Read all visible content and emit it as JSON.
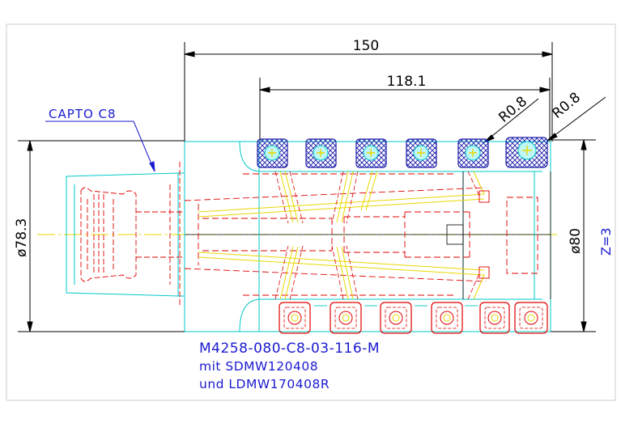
{
  "drawing": {
    "overall_length": "150",
    "inner_length": "118.1",
    "radius_a": "R0.8",
    "radius_b": "R0.8",
    "shank_label": "CAPTO C8",
    "shank_diameter": "ø78.3",
    "cutter_diameter": "ø80",
    "teeth": "Z=3",
    "part_number": "M4258-080-C8-03-116-M",
    "insert_line_1": "mit SDMW120408",
    "insert_line_2": "und LDMW170408R"
  },
  "colors": {
    "dimension": "#000000",
    "outline": "#00c8c8",
    "hidden": "#e00000",
    "coolant": "#e8d800",
    "insert_hatch": "#1a1aa8",
    "label": "#1a1ad0"
  }
}
